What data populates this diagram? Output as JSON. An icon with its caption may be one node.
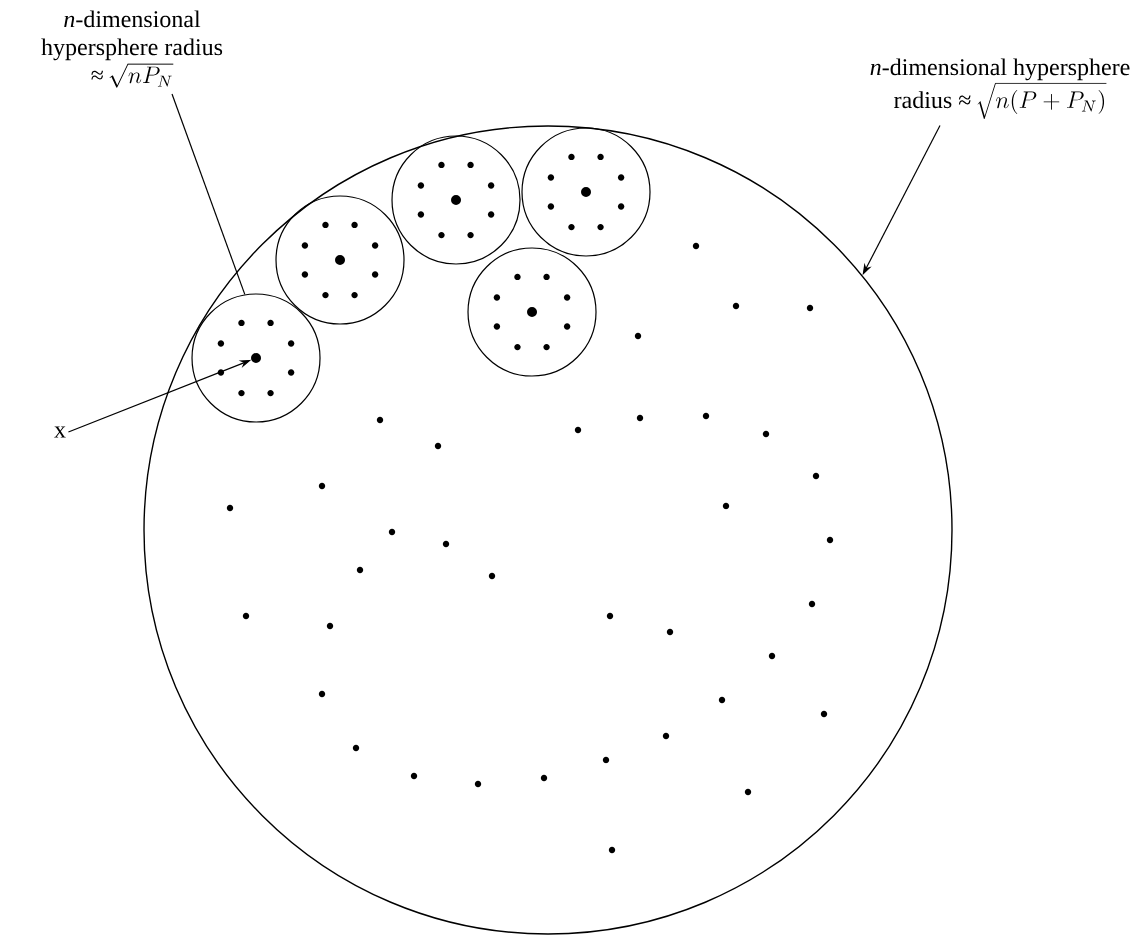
{
  "diagram": {
    "nodes": [
      {
        "text": [
          "*n*-dimensional hypersphere radius ≈",
          "\\sqrt{nP_N}"
        ]
      },
      {
        "text": [
          "*n*-dimensional hypersphere radius ≈",
          "\\sqrt{n(P+P_N)}"
        ]
      },
      {
        "text": [
          "x"
        ]
      },
      {
        "text": [],
        "shape": "circle"
      },
      {
        "text": [],
        "shape": "circle",
        "in": 3
      },
      {
        "text": [],
        "shape": "circle",
        "in": 4
      },
      {
        "text": [],
        "shape": "circle",
        "in": 3
      },
      {
        "text": [],
        "shape": "circle",
        "in": 6
      },
      {
        "text": [],
        "shape": "circle",
        "in": 3
      },
      {
        "text": [],
        "shape": "circle",
        "in": 8
      },
      {
        "text": [],
        "shape": "circle",
        "in": 3
      },
      {
        "text": [],
        "shape": "circle",
        "in": 10
      },
      {
        "text": [],
        "shape": "circle",
        "in": 3
      },
      {
        "text": [],
        "shape": "circle",
        "in": 12
      }
    ],
    "edges": [
      {
        "from": 0,
        "to": 4,
        "arrow": "none"
      },
      {
        "from": 1,
        "to": 3,
        "arrow": "to"
      },
      {
        "from": 2,
        "to": 5,
        "arrow": "to"
      }
    ]
  }
}
